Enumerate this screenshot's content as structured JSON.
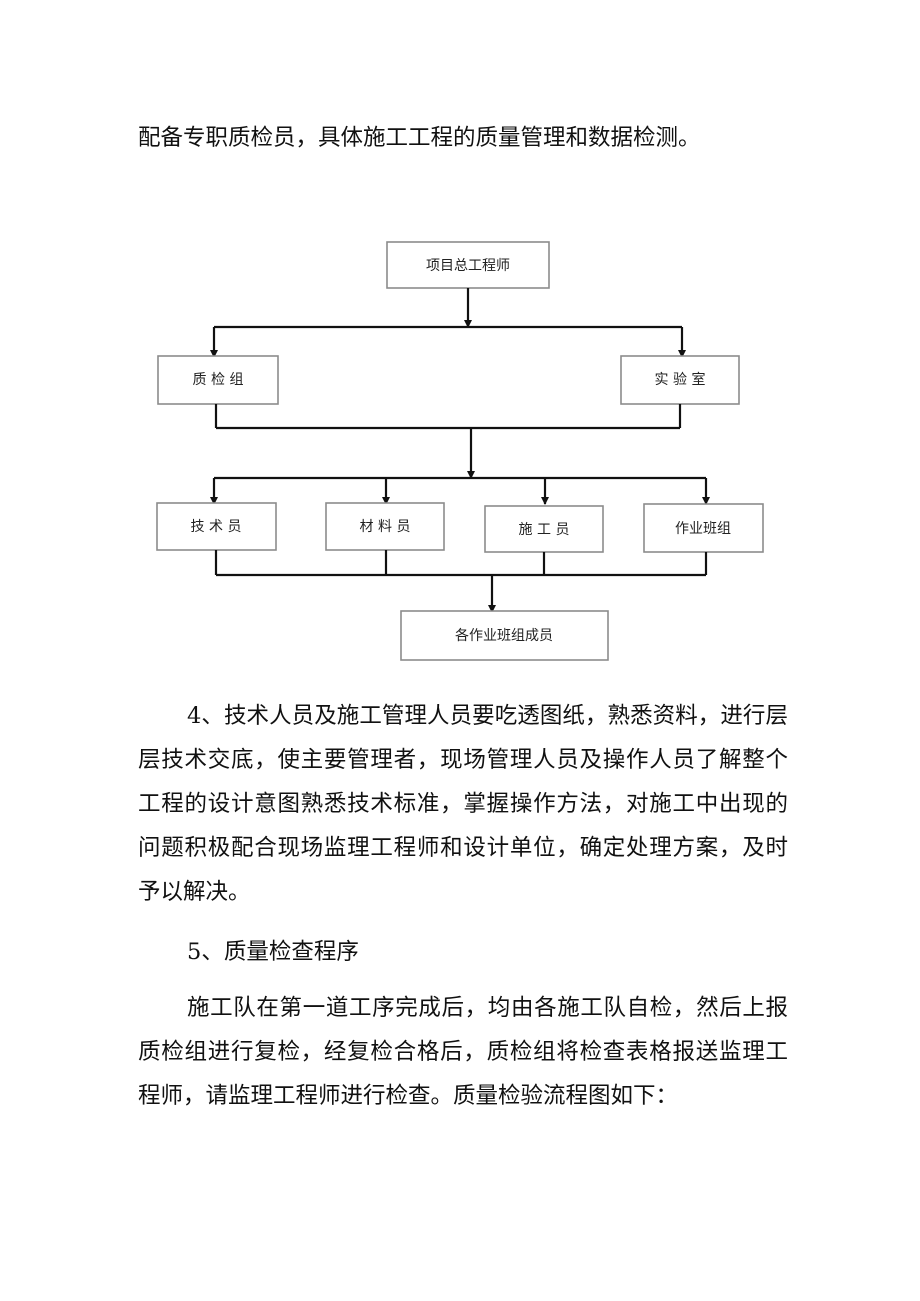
{
  "intro_text": "配备专职质检员，具体施工工程的质量管理和数据检测。",
  "org_chart": {
    "top": "项目总工程师",
    "left_unit": "质 检 组",
    "right_unit": "实 验 室",
    "staff": [
      "技 术 员",
      "材 料 员",
      "施 工 员",
      "作业班组"
    ],
    "bottom": "各作业班组成员"
  },
  "paragraph_4": "4、技术人员及施工管理人员要吃透图纸，熟悉资料，进行层层技术交底，使主要管理者，现场管理人员及操作人员了解整个工程的设计意图熟悉技术标准，掌握操作方法，对施工中出现的问题积极配合现场监理工程师和设计单位，确定处理方案，及时予以解决。",
  "heading_5": "5、质量检查程序",
  "paragraph_5": "施工队在第一道工序完成后，均由各施工队自检，然后上报质检组进行复检，经复检合格后，质检组将检查表格报送监理工程师，请监理工程师进行检查。质量检验流程图如下："
}
